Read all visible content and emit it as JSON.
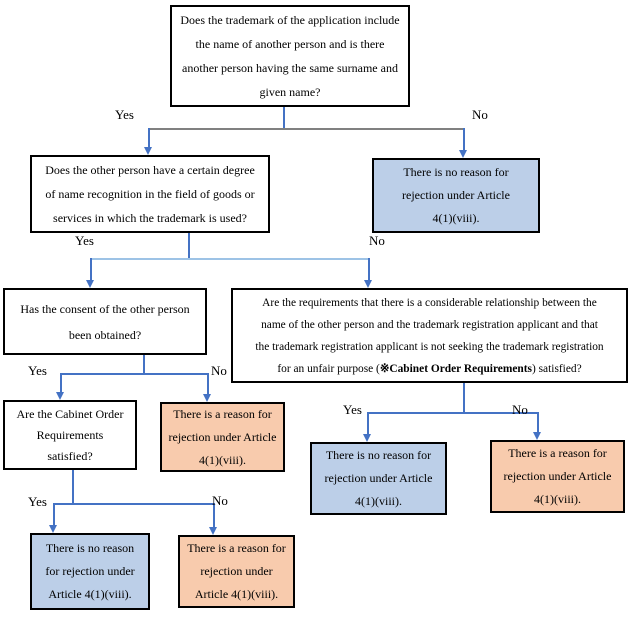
{
  "labels": {
    "yes": "Yes",
    "no": "No"
  },
  "colors": {
    "no_reason_fill": "#BCCFE8",
    "reason_fill": "#F8CBAD",
    "arrow_blue": "#4472C4",
    "connector_gray": "#808080",
    "connector_light_blue": "#9DC3E6",
    "box_border": "#000000"
  },
  "nodes": {
    "q_trademark_name": {
      "lines": [
        "Does the trademark of the application include",
        "the name of another person and is there",
        "another person having the same surname and",
        "given name?"
      ]
    },
    "q_name_recognition": {
      "lines": [
        "Does the other person have a certain degree",
        "of name recognition in the field of goods or",
        "services in which the trademark is used?"
      ]
    },
    "r_no_reason_right": {
      "lines": [
        "There is no reason for",
        "rejection under Article",
        "4(1)(viii)."
      ]
    },
    "q_consent": {
      "lines": [
        "Has the consent of the other person",
        "been obtained?"
      ]
    },
    "q_cabinet_requirements_full": {
      "lines": [
        "Are the requirements that there is a considerable relationship between the",
        "name of the other person and the trademark registration applicant and that",
        "the trademark registration applicant is not seeking the trademark registration"
      ],
      "last_line_pre": "for an unfair purpose (",
      "last_line_bold": "※Cabinet Order Requirements",
      "last_line_post": ") satisfied?"
    },
    "q_cabinet_satisfied": {
      "lines": [
        "Are the Cabinet Order",
        "Requirements",
        "satisfied?"
      ]
    },
    "r_reason_mid": {
      "lines": [
        "There is a reason for",
        "rejection under Article",
        "4(1)(viii)."
      ]
    },
    "r_no_reason_center": {
      "lines": [
        "There is no reason for",
        "rejection under Article",
        "4(1)(viii)."
      ]
    },
    "r_reason_right": {
      "lines": [
        "There is a reason for",
        "rejection under Article",
        "4(1)(viii)."
      ]
    },
    "r_no_reason_bottom_left": {
      "lines": [
        "There is no reason",
        "for rejection under",
        "Article 4(1)(viii)."
      ]
    },
    "r_reason_bottom": {
      "lines": [
        "There is a reason for",
        "rejection under",
        "Article 4(1)(viii)."
      ]
    }
  }
}
